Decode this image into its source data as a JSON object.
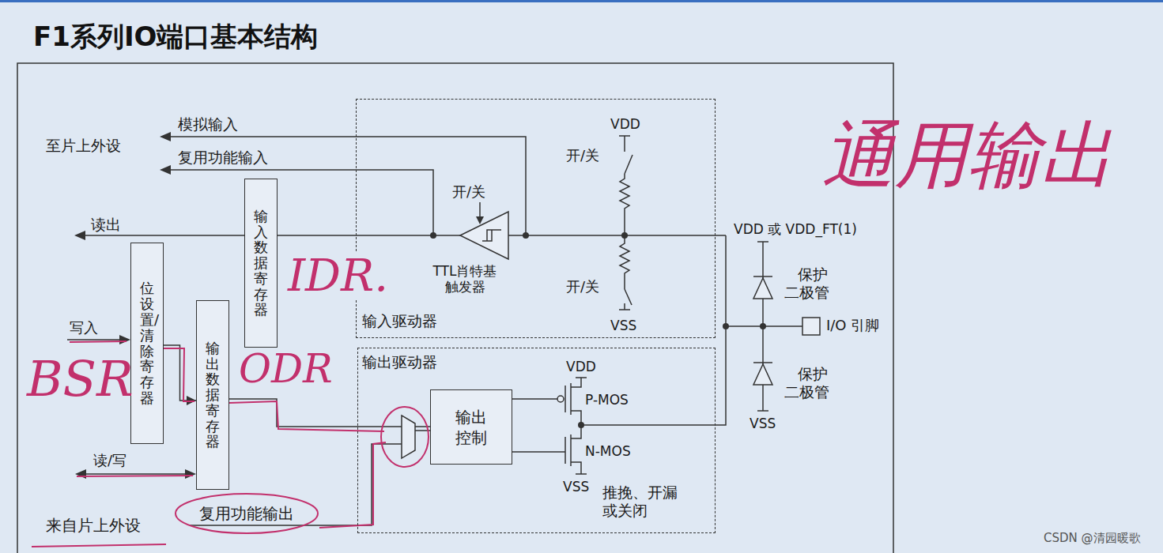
{
  "diagram": {
    "title": "F1系列IO端口基本结构",
    "nodes": [
      {
        "text": [
          "位设置/清除寄存器"
        ]
      },
      {
        "text": [
          "输出数据寄存器"
        ]
      },
      {
        "text": [
          "输入数据寄存器"
        ]
      },
      {
        "text": [
          "输入驱动器"
        ]
      },
      {
        "text": [
          "输出驱动器"
        ]
      },
      {
        "text": [
          "输出控制"
        ],
        "in": 4
      }
    ],
    "edges": [
      {
        "from": 0,
        "to": 1,
        "arrow": "to"
      },
      {
        "from": 1,
        "to": 5,
        "arrow": "none"
      }
    ],
    "labels": [
      "至片上外设",
      "模拟输入",
      "复用功能输入",
      "读出",
      "开/关",
      "TTL肖特基触发器",
      "VDD",
      "开/关",
      "开/关",
      "VSS",
      "VDD 或 VDD_FT(1)",
      "保护二极管",
      "I/O 引脚",
      "保护二极管",
      "VSS",
      "VDD",
      "P-MOS",
      "N-MOS",
      "VSS",
      "推挽、开漏或关闭",
      "写入",
      "读/写",
      "来自片上外设",
      "复用功能输出",
      "通用输出",
      "IDR.",
      "ODR",
      "BSR",
      "CSDN @清园暖歌"
    ]
  }
}
